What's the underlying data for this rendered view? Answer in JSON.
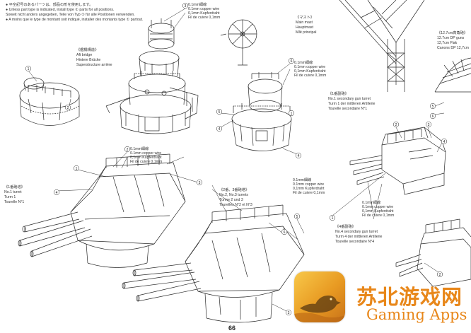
{
  "header_notes": {
    "line1": "● 平空記号のあるパーツは、部品の形を使用します。",
    "line2": "● Unless part type is indicated, install type ① parts for all positions.",
    "line3": "Soweit nicht anders angegeben, Teile von Typ ① für alle Positionen verwenden.",
    "line4": "● A moins que le type de montant soit indiqué, installer des montants type ① partout."
  },
  "superstructure": {
    "label_jp": "《艦橋構造》",
    "label_en": "Aft bridge",
    "label_de": "Hintere Brücke",
    "label_fr": "Superstructure arrière"
  },
  "wire_callout": {
    "l1": "0.1mm細線",
    "l2": "0.1mm copper wire",
    "l3": "0,1mm Kupferdraht",
    "l4": "Fil de cuivre 0,1mm"
  },
  "mast": {
    "label_jp": "《マスト》",
    "label_en": "Main mast",
    "label_de": "Hauptmast",
    "label_fr": "Mât principal"
  },
  "dp_guns": {
    "label_jp": "《12.7cm高角砲》",
    "label_en": "12.7cm DP guns",
    "label_de": "12,7cm Flak",
    "label_fr": "Canons DP 12,7cm"
  },
  "sec_turret_1": {
    "label_jp": "《1番副砲》",
    "label_en": "No.1 secondary gun turret",
    "label_de": "Turm 1 der mittleren Artillerie",
    "label_fr": "Tourelle secondaire N°1"
  },
  "turret_1": {
    "label_jp": "《1番砲塔》",
    "label_en": "No.1 turret",
    "label_de": "Turm 1",
    "label_fr": "Tourelle N°1"
  },
  "turrets_2_3": {
    "label_jp": "《2番、3番砲塔》",
    "label_en": "No.2, No.3 turrets",
    "label_de": "Türme 2 und 3",
    "label_fr": "Tourelles N°2 et N°3"
  },
  "sec_turret_4": {
    "label_jp": "《4番副砲》",
    "label_en": "No.4 secondary gun turret",
    "label_de": "Turm 4 der mittleren Artillerie",
    "label_fr": "Tourelle secondaire N°4"
  },
  "part_numbers": [
    "1",
    "2",
    "3",
    "4",
    "5",
    "6"
  ],
  "page_number": "66",
  "watermark": {
    "title": "苏北游戏网",
    "subtitle": "Gaming Apps",
    "logo_color": "#e8871a"
  }
}
